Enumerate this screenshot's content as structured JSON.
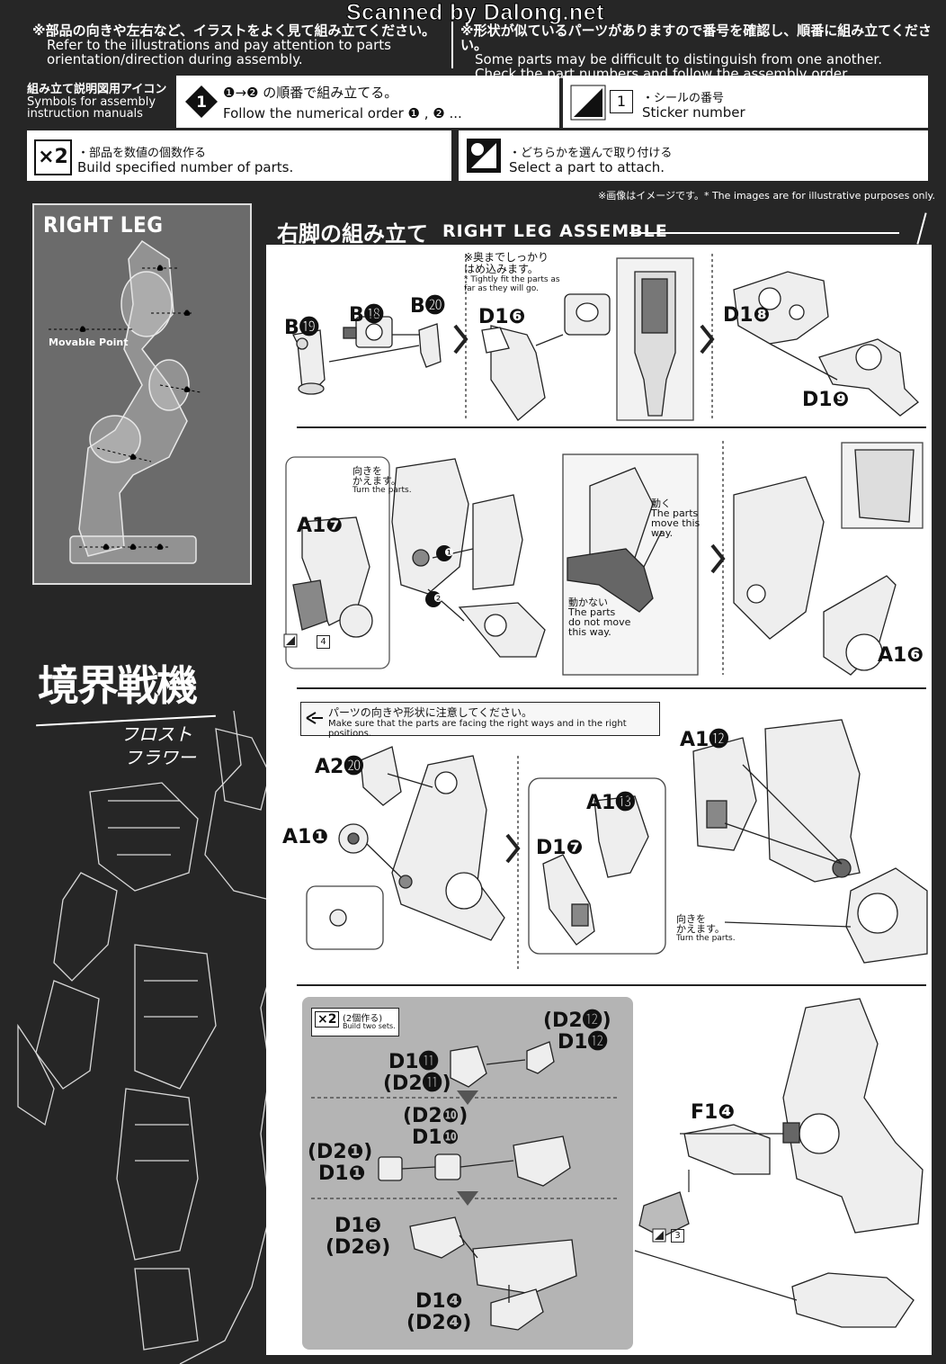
{
  "watermark": "Scanned by Dalong.net",
  "notes": {
    "left_jp": "※部品の向きや左右など、イラストをよく見て組み立てください。",
    "left_en1": "Refer to the illustrations and pay attention to parts",
    "left_en2": "orientation/direction during assembly.",
    "right_jp": "※形状が似ているパーツがありますので番号を確認し、順番に組み立てください。",
    "right_en1": "Some parts may be difficult to distinguish from one another.",
    "right_en2": "Check the part numbers and follow the assembly order."
  },
  "icons": {
    "title_jp": "組み立て説明図用アイコン",
    "title_en1": "Symbols for assembly",
    "title_en2": "instruction manuals",
    "order_jp": "❶→❷ の順番で組み立てる。",
    "order_en": "Follow the numerical order ❶ , ❷ ...",
    "sticker_num": "1",
    "sticker_jp": "・シールの番号",
    "sticker_en": "Sticker number",
    "x2_label": "×2",
    "x2_jp": "・部品を数値の個数作る",
    "x2_en": "Build specified number of parts.",
    "select_jp": "・どちらかを選んで取り付ける",
    "select_en": "Select a part to attach."
  },
  "image_note": "※画像はイメージです。* The images are for illustrative purposes only.",
  "right_leg": {
    "title": "RIGHT LEG",
    "movable": "Movable Point"
  },
  "logo": {
    "line1": "境界戦機",
    "line2a": "フロスト",
    "line2b": "フラワー"
  },
  "section": {
    "title_jp": "右脚の組み立て",
    "title_en": "RIGHT LEG ASSEMBLE"
  },
  "row1": {
    "b19": "B⓳",
    "b18": "B⓲",
    "b20": "B⓴",
    "d16": "D1❻",
    "note_jp1": "※奥までしっかり",
    "note_jp2": "はめ込みます。",
    "note_en1": "* Tightly fit the parts as",
    "note_en2": "far as they will go.",
    "d18": "D1❽",
    "d19": "D1❾"
  },
  "row2": {
    "a17": "A1❼",
    "turn_jp1": "向きを",
    "turn_jp2": "かえます。",
    "turn_en": "Turn the parts.",
    "sticker": "4",
    "move_jp": "動く",
    "move_en1": "The parts",
    "move_en2": "move this",
    "move_en3": "way.",
    "nomove_jp": "動かない",
    "nomove_en1": "The parts",
    "nomove_en2": "do not move",
    "nomove_en3": "this way.",
    "a16": "A1❻",
    "n1": "❶",
    "n2": "❷"
  },
  "row3": {
    "caution_jp": "パーツの向きや形状に注意してください。",
    "caution_en": "Make sure that the parts are facing the right ways and in the right positions.",
    "a220": "A2⓴",
    "a11": "A1❶",
    "a113": "A1⓭",
    "d17": "D1❼",
    "a112": "A1⓬",
    "turn_jp1": "向きを",
    "turn_jp2": "かえます。",
    "turn_en": "Turn the parts."
  },
  "row4": {
    "x2": "×2",
    "x2_jp": "(2個作る)",
    "x2_en": "Build two sets.",
    "d212": "(D2⓬)",
    "d112": "D1⓬",
    "d111": "D1⓫",
    "d211": "(D2⓫)",
    "d210": "(D2❿)",
    "d110": "D1❿",
    "d21": "(D2❶)",
    "d11": "D1❶",
    "d15": "D1❺",
    "d25": "(D2❺)",
    "d14": "D1❹",
    "d24": "(D2❹)",
    "f14": "F1❹",
    "sticker": "3"
  }
}
